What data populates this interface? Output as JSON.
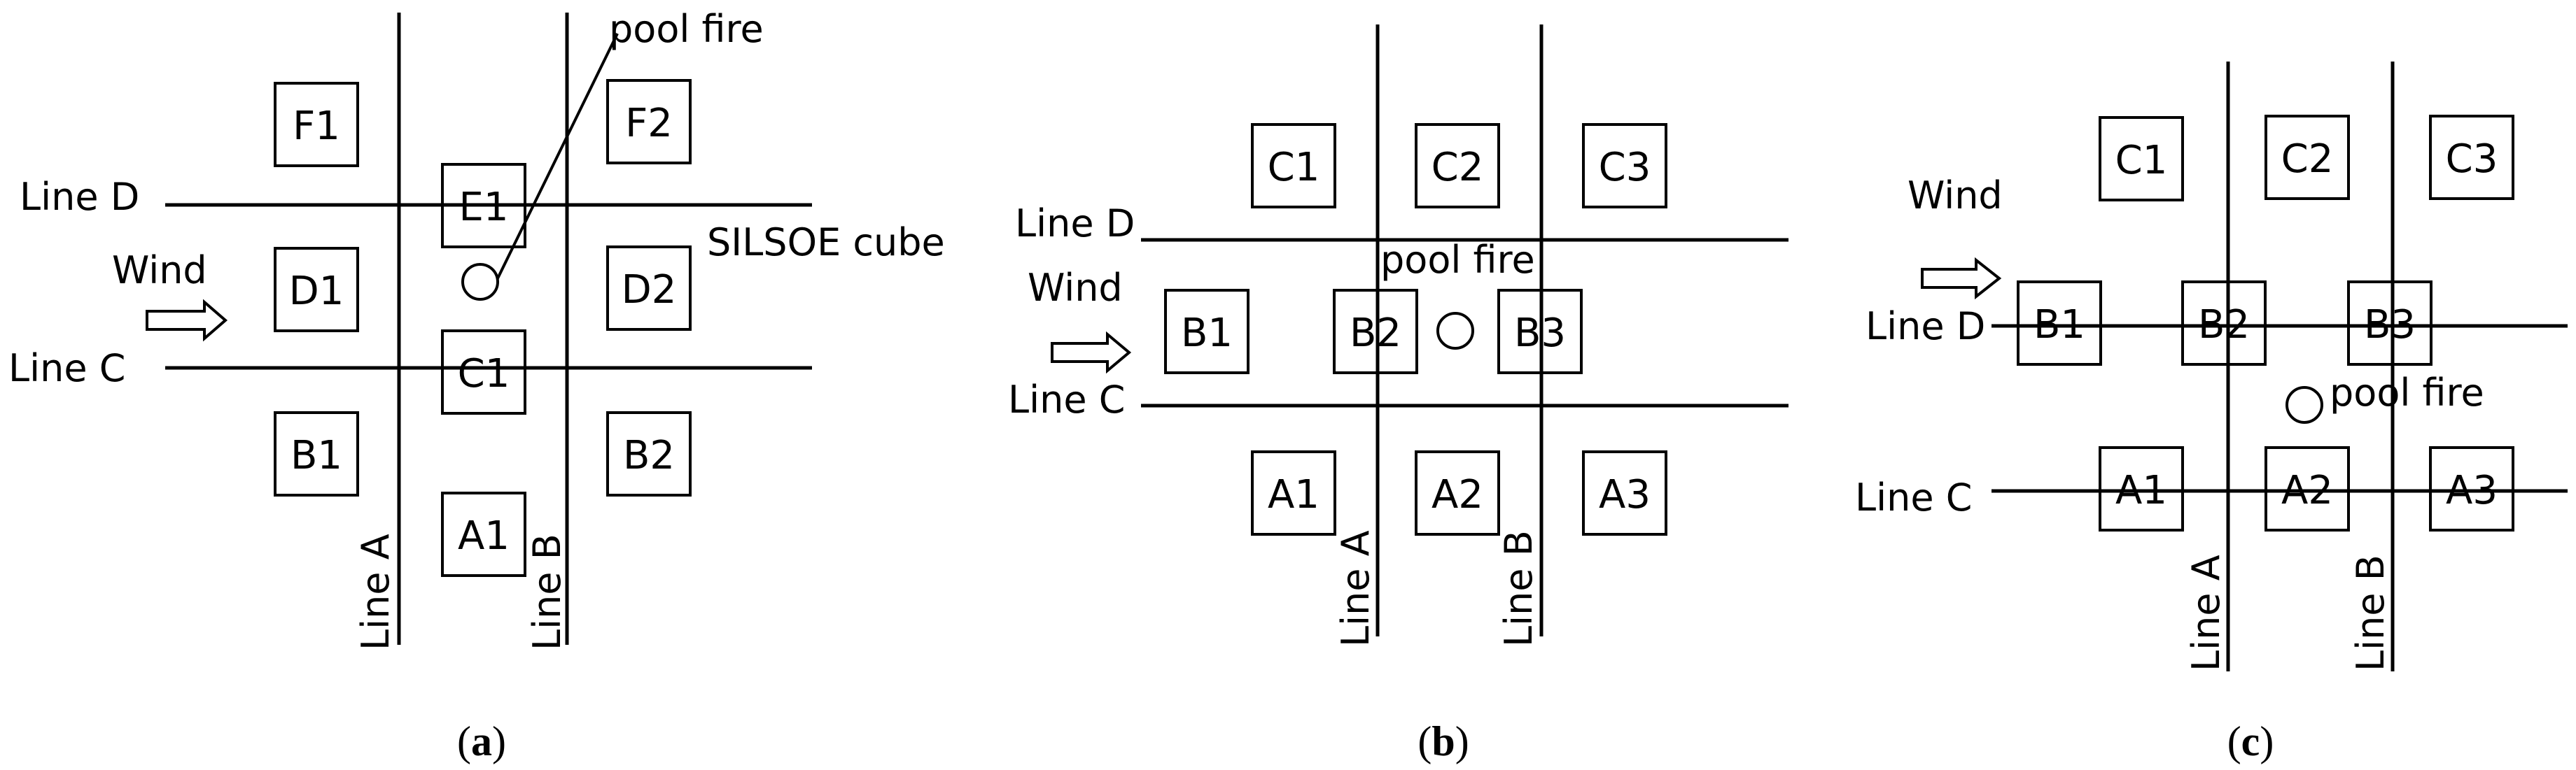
{
  "panels": [
    {
      "id": "a",
      "caption": {
        "open": "(",
        "letter": "a",
        "close": ")"
      },
      "lines": {
        "lineA": "Line A",
        "lineB": "Line B",
        "lineC": "Line C",
        "lineD": "Line D"
      },
      "wind_label": "Wind",
      "pool_fire_label": "pool fire",
      "cube_label": "SILSOE cube",
      "boxes": [
        "F1",
        "F2",
        "E1",
        "D1",
        "D2",
        "C1",
        "B1",
        "B2",
        "A1"
      ]
    },
    {
      "id": "b",
      "caption": {
        "open": "(",
        "letter": "b",
        "close": ")"
      },
      "lines": {
        "lineA": "Line A",
        "lineB": "Line B",
        "lineC": "Line C",
        "lineD": "Line D"
      },
      "wind_label": "Wind",
      "pool_fire_label": "pool fire",
      "boxes": [
        "C1",
        "C2",
        "C3",
        "B1",
        "B2",
        "B3",
        "A1",
        "A2",
        "A3"
      ]
    },
    {
      "id": "c",
      "caption": {
        "open": "(",
        "letter": "c",
        "close": ")"
      },
      "lines": {
        "lineA": "Line A",
        "lineB": "Line B",
        "lineC": "Line C",
        "lineD": "Line D"
      },
      "wind_label": "Wind",
      "pool_fire_label": "pool fire",
      "boxes": [
        "C1",
        "C2",
        "C3",
        "B1",
        "B2",
        "B3",
        "A1",
        "A2",
        "A3"
      ]
    }
  ]
}
